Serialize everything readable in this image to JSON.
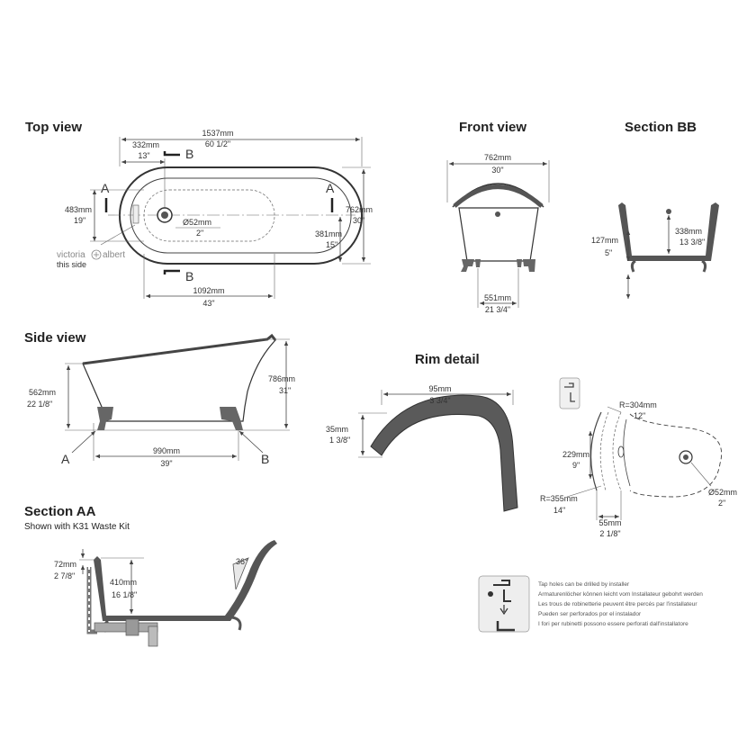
{
  "titles": {
    "top_view": "Top view",
    "front_view": "Front view",
    "section_bb": "Section BB",
    "side_view": "Side view",
    "rim_detail": "Rim detail",
    "section_aa": "Section AA",
    "section_aa_sub": "Shown with K31 Waste Kit"
  },
  "top_view": {
    "length_mm": "1537mm",
    "length_in": "60 1/2\"",
    "waste_offset_mm": "332mm",
    "waste_offset_in": "13\"",
    "width_mm": "762mm",
    "width_in": "30\"",
    "inner_width_mm": "483mm",
    "inner_width_in": "19\"",
    "half_width_mm": "381mm",
    "half_width_in": "15\"",
    "base_length_mm": "1092mm",
    "base_length_in": "43\"",
    "waste_dia_mm": "Ø52mm",
    "waste_dia_in": "2\"",
    "label_a": "A",
    "label_b": "B",
    "brand_left": "victoria",
    "brand_right": "albert",
    "brand_note": "this side"
  },
  "front_view": {
    "width_mm": "762mm",
    "width_in": "30\"",
    "feet_mm": "551mm",
    "feet_in": "21 3/4\""
  },
  "section_bb": {
    "foot_mm": "127mm",
    "foot_in": "5\"",
    "depth_mm": "338mm",
    "depth_in": "13 3/8\""
  },
  "side_view": {
    "height_mm": "786mm",
    "height_in": "31\"",
    "rim_mm": "562mm",
    "rim_in": "22 1/8\"",
    "feet_mm": "990mm",
    "feet_in": "39\"",
    "label_a": "A",
    "label_b": "B"
  },
  "rim_detail": {
    "width_mm": "95mm",
    "width_in": "3 3/4\"",
    "height_mm": "35mm",
    "height_in": "1 3/8\"",
    "r_outer_mm": "R=304mm",
    "r_outer_in": "12\"",
    "span_mm": "229mm",
    "span_in": "9\"",
    "r_inner_mm": "R=355mm",
    "r_inner_in": "14\"",
    "offset_mm": "55mm",
    "offset_in": "2 1/8\"",
    "waste_dia_mm": "Ø52mm",
    "waste_dia_in": "2\""
  },
  "section_aa": {
    "rim_mm": "72mm",
    "rim_in": "2 7/8\"",
    "depth_mm": "410mm",
    "depth_in": "16 1/8\"",
    "angle": "36°"
  },
  "tap_note": {
    "lines": [
      "Tap holes can be drilled by installer",
      "Armaturenlöcher können leicht vom Installateur gebohrt werden",
      "Les trous de robinetterie peuvent être percés par l'installateur",
      "Pueden ser perforados por el instalador",
      "I fori per rubinetti possono essere perforati dall'installatore"
    ]
  }
}
